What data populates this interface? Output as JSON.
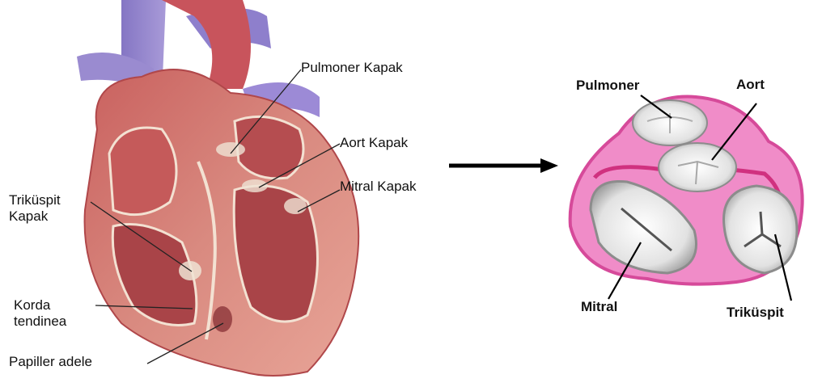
{
  "left_labels": {
    "pulmonary_valve": "Pulmoner Kapak",
    "aortic_valve": "Aort Kapak",
    "mitral_valve": "Mitral Kapak",
    "tricuspid_valve": [
      "Triküspit",
      "Kapak"
    ],
    "chordae": [
      "Korda",
      "tendinea"
    ],
    "papillary": "Papiller adele"
  },
  "right_labels": {
    "pulmonary": "Pulmoner",
    "aortic": "Aort",
    "mitral": "Mitral",
    "tricuspid": "Triküspit"
  }
}
